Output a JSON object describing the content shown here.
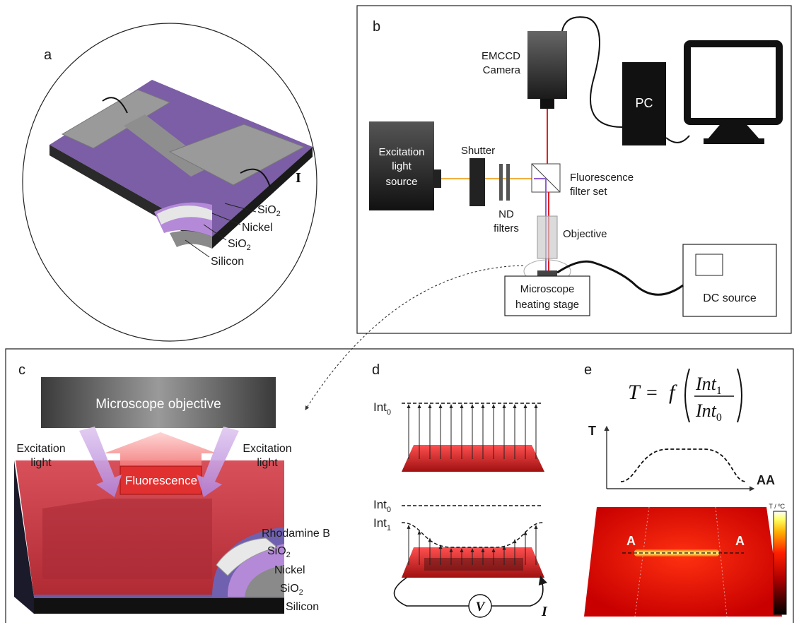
{
  "panel_a": {
    "label": "a",
    "current": "I",
    "layers": {
      "sio2_top": "SiO",
      "nickel": "Nickel",
      "sio2_bottom": "SiO",
      "silicon": "Silicon",
      "subscript": "2"
    }
  },
  "panel_b": {
    "label": "b",
    "camera": [
      "EMCCD",
      "Camera"
    ],
    "pc": "PC",
    "excitation": [
      "Excitation",
      "light",
      "source"
    ],
    "shutter": "Shutter",
    "nd_filters": [
      "ND",
      "filters"
    ],
    "fluorescence_filter": [
      "Fluorescence",
      "filter set"
    ],
    "objective": "Objective",
    "stage": [
      "Microscope",
      "heating stage"
    ],
    "dc_source": "DC source"
  },
  "panel_c": {
    "label": "c",
    "objective": "Microscope objective",
    "excitation_left": [
      "Excitation",
      "light"
    ],
    "excitation_right": [
      "Excitation",
      "light"
    ],
    "fluorescence": "Fluorescence",
    "layers": {
      "rhodamine": "Rhodamine B",
      "sio2_top": "SiO",
      "nickel": "Nickel",
      "sio2_bottom": "SiO",
      "silicon": "Silicon",
      "subscript": "2"
    }
  },
  "panel_d": {
    "label": "d",
    "int0_top": "Int",
    "int0_bottom": "Int",
    "int1": "Int",
    "sub0": "0",
    "sub1": "1",
    "voltage": "V",
    "current": "I"
  },
  "panel_e": {
    "label": "e",
    "formula": {
      "lhs": "T",
      "func": "f",
      "num": "Int",
      "num_sub": "1",
      "den": "Int",
      "den_sub": "0"
    },
    "y_axis": "T",
    "x_axis": "AA",
    "marker_left": "A",
    "marker_right": "A",
    "colorbar_title": "T / ºC"
  },
  "colors": {
    "purple": "#7b5ea6",
    "nickel_gray": "#9a9a9a",
    "red_film": "#c8323a",
    "laser_red": "#e02020",
    "beam_yellow": "#f0b040"
  }
}
